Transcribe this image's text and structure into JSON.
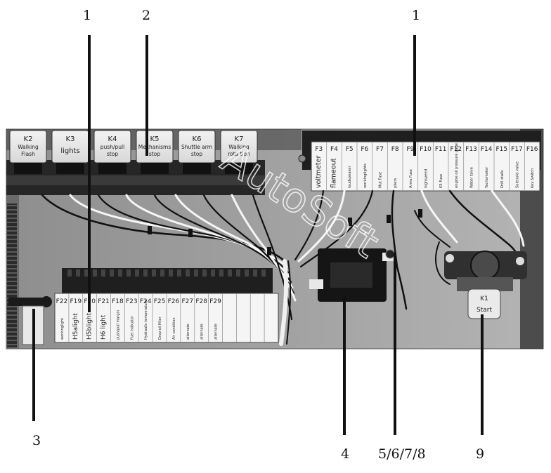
{
  "relays": [
    {
      "id": "K2",
      "desc1": "Walking",
      "desc2": "Flash"
    },
    {
      "id": "K3",
      "desc1": "lights",
      "desc2": ""
    },
    {
      "id": "K4",
      "desc1": "push/pull",
      "desc2": "stop"
    },
    {
      "id": "K5",
      "desc1": "Mechanisms",
      "desc2": "stop"
    },
    {
      "id": "K6",
      "desc1": "Shuttle arm",
      "desc2": "stop"
    },
    {
      "id": "K7",
      "desc1": "Walking",
      "desc2": "rota tion"
    }
  ],
  "upper_fuses": [
    {
      "id": "F3",
      "desc": "voltmeter"
    },
    {
      "id": "F4",
      "desc": "flameout"
    },
    {
      "id": "F5",
      "desc": "loudspeaker"
    },
    {
      "id": "F6",
      "desc": "workinglights"
    },
    {
      "id": "F7",
      "desc": "Mut Fuse"
    },
    {
      "id": "F8",
      "desc": "pliers"
    },
    {
      "id": "F9",
      "desc": "Arms Fuse"
    },
    {
      "id": "F10",
      "desc": "highspeed"
    },
    {
      "id": "F11",
      "desc": "K5 Fuse"
    },
    {
      "id": "F12",
      "desc": "engine oil pressure gage"
    },
    {
      "id": "F13",
      "desc": "Water talve"
    },
    {
      "id": "F14",
      "desc": "Tachometer"
    },
    {
      "id": "F15",
      "desc": "Drill stalls"
    },
    {
      "id": "F17",
      "desc": "Solenoid valve"
    },
    {
      "id": "F16",
      "desc": "Key Switch"
    }
  ],
  "lower_fuses": [
    {
      "id": "F22",
      "desc": "workinglight"
    },
    {
      "id": "F19",
      "desc": "H5alight"
    },
    {
      "id": "F20",
      "desc": "H5blight"
    },
    {
      "id": "F21",
      "desc": "H6 light"
    },
    {
      "id": "F18",
      "desc": "push/pull margin"
    },
    {
      "id": "F23",
      "desc": "Fuel indicator"
    },
    {
      "id": "F24",
      "desc": "Hydraulic temperature"
    },
    {
      "id": "F25",
      "desc": "Drop oil filter"
    },
    {
      "id": "F26",
      "desc": "Air condition"
    },
    {
      "id": "F27",
      "desc": "alternate"
    },
    {
      "id": "F28",
      "desc": "alternate"
    },
    {
      "id": "F29",
      "desc": "alternate"
    }
  ],
  "master_relay": {
    "id": "K1",
    "desc": "Start"
  },
  "watermark": "AutoSoft",
  "callouts": [
    {
      "id": "c1a",
      "text": "1"
    },
    {
      "id": "c2",
      "text": "2"
    },
    {
      "id": "c1b",
      "text": "1"
    },
    {
      "id": "c3",
      "text": "3"
    },
    {
      "id": "c4",
      "text": "4"
    },
    {
      "id": "c5",
      "text": "5/6/7/8"
    },
    {
      "id": "c9",
      "text": "9"
    }
  ]
}
